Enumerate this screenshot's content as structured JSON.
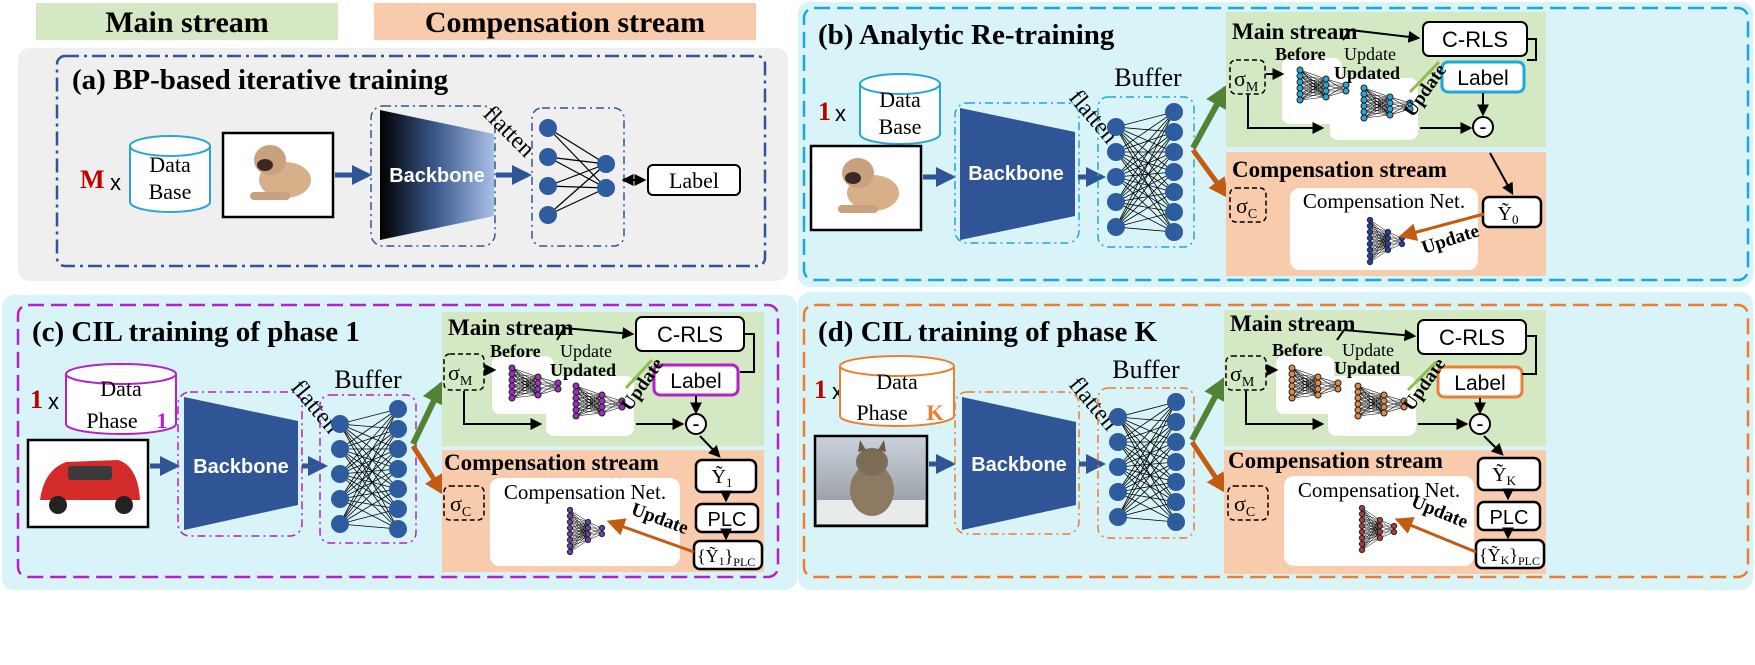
{
  "legend": {
    "main": "Main stream",
    "comp": "Compensation stream"
  },
  "panel_a": {
    "title": "(a) BP-based iterative training",
    "mult": "M",
    "times": "x",
    "db_line1": "Data",
    "db_line2": "Base",
    "backbone": "Backbone",
    "flatten": "flatten",
    "label": "Label"
  },
  "panel_b": {
    "title": "(b) Analytic Re-training",
    "mult": "1",
    "times": "x",
    "db_line1": "Data",
    "db_line2": "Base",
    "backbone": "Backbone",
    "flatten": "flatten",
    "buffer": "Buffer",
    "main_title": "Main stream",
    "before": "Before",
    "update_word": "Update",
    "updated": "Updated",
    "crls": "C-RLS",
    "label": "Label",
    "sigma": "σ",
    "sub_m": "M",
    "sub_c": "C",
    "minus": "-",
    "comp_title": "Compensation stream",
    "comp_net": "Compensation Net.",
    "update_rot": "Update",
    "y_hat": "Ỹ",
    "y_sub": "0"
  },
  "panel_c": {
    "title": "(c) CIL training of phase 1",
    "mult": "1",
    "times": "x",
    "db_line1": "Data",
    "db_line2": "Phase",
    "phase_num": "1",
    "backbone": "Backbone",
    "flatten": "flatten",
    "buffer": "Buffer",
    "main_title": "Main stream",
    "before": "Before",
    "update_word": "Update",
    "updated": "Updated",
    "crls": "C-RLS",
    "label": "Label",
    "sigma": "σ",
    "sub_m": "M",
    "sub_c": "C",
    "minus": "-",
    "comp_title": "Compensation stream",
    "comp_net": "Compensation Net.",
    "update_rot": "Update",
    "y_hat": "Ỹ",
    "y_sub": "1",
    "plc": "PLC",
    "set_open": "{Ỹ",
    "set_sub": "1",
    "set_close": "}",
    "set_plc": "PLC"
  },
  "panel_d": {
    "title": "(d) CIL training of phase K",
    "mult": "1",
    "times": "x",
    "db_line1": "Data",
    "db_line2": "Phase",
    "phase_num": "K",
    "backbone": "Backbone",
    "flatten": "flatten",
    "buffer": "Buffer",
    "main_title": "Main stream",
    "before": "Before",
    "update_word": "Update",
    "updated": "Updated",
    "crls": "C-RLS",
    "label": "Label",
    "sigma": "σ",
    "sub_m": "M",
    "sub_c": "C",
    "minus": "-",
    "comp_title": "Compensation stream",
    "comp_net": "Compensation Net.",
    "update_rot": "Update",
    "y_hat": "Ỹ",
    "y_sub": "K",
    "plc": "PLC",
    "set_open": "{Ỹ",
    "set_sub": "K",
    "set_close": "}",
    "set_plc": "PLC"
  },
  "ellipsis": "…",
  "colors": {
    "main_bg": "#d5e8c4",
    "comp_bg": "#f7cbac",
    "cyan_bg": "#d8f4f8",
    "grey_bg": "#efefef",
    "navy": "#2f5597",
    "node": "#2e5c9e",
    "green_arrow": "#548235",
    "orange_arrow": "#c55a11",
    "red_text": "#c00000",
    "purple": "#b521c8",
    "orange": "#ed7d31",
    "cyan": "#1fa7d9"
  }
}
